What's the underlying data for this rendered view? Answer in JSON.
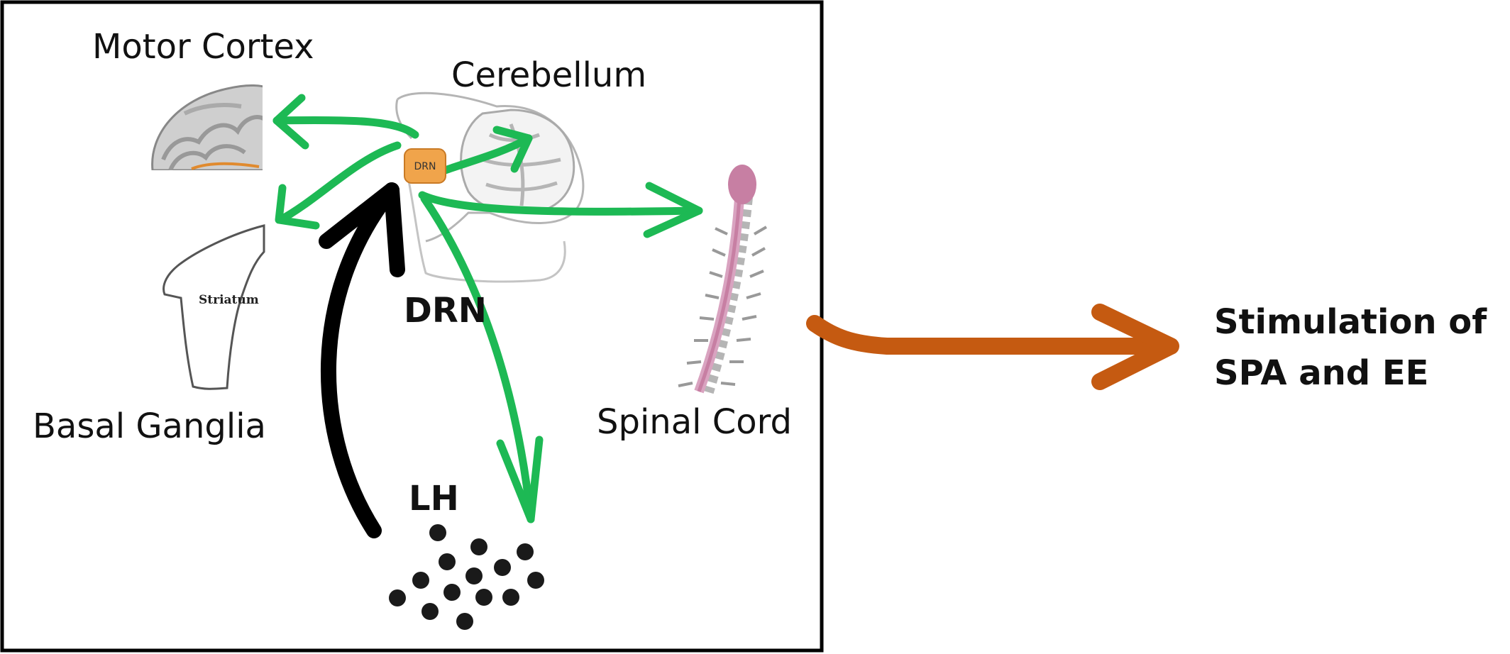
{
  "labels": {
    "motor_cortex": "Motor Cortex",
    "cerebellum": "Cerebellum",
    "basal_ganglia": "Basal Ganglia",
    "spinal_cord": "Spinal Cord",
    "drn_nucleus": "DRN",
    "drn": "DRN",
    "lh": "LH",
    "striatum": "Striatum"
  },
  "output": {
    "line1": "Stimulation of",
    "line2": "SPA and EE"
  },
  "colors": {
    "green_arrow": "#1db954",
    "black_arrow": "#000000",
    "orange_arrow": "#c55a11",
    "drn_nucleus": "#f0a44b",
    "spinal_cord": "#c77fa3",
    "brain_gray": "#bdbdbd"
  },
  "icons": [
    "motor-cortex-icon",
    "cerebellum-icon",
    "striatum-icon",
    "spinal-cord-icon",
    "lh-neurons-icon"
  ]
}
